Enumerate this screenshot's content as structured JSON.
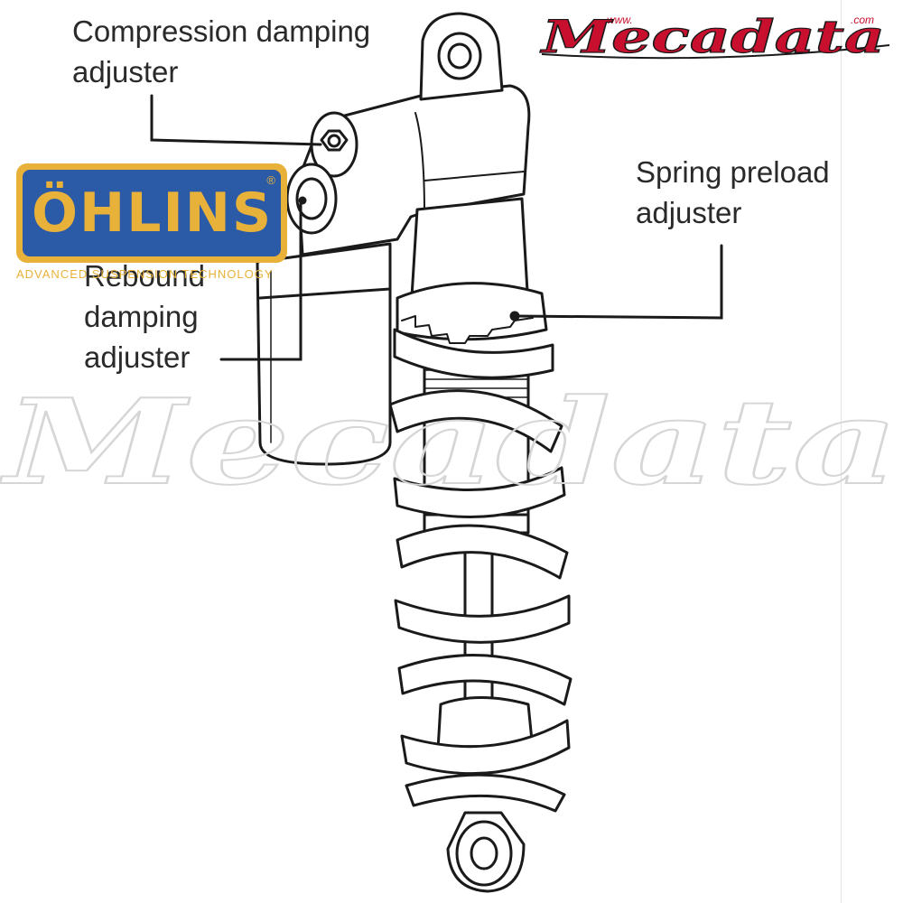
{
  "labels": {
    "compression": [
      "Compression damping",
      "adjuster"
    ],
    "spring_preload": [
      "Spring preload",
      "adjuster"
    ],
    "rebound": [
      "Rebound",
      "damping",
      "adjuster"
    ]
  },
  "logos": {
    "ohlins": {
      "brand": "ÖHLINS",
      "registered": "®",
      "tagline": "ADVANCED SUSPENSION TECHNOLOGY"
    },
    "mecadata": {
      "brand": "Mecadata",
      "prefix": "www.",
      "suffix": ".com"
    },
    "watermark": "Mecadata"
  },
  "colors": {
    "ohlins_gold": "#e8b13a",
    "ohlins_blue": "#2b5aa7",
    "mecadata_red": "#c8102e",
    "line": "#1a1a1a"
  },
  "icons": {
    "shock": "shock-absorber-illustration"
  }
}
